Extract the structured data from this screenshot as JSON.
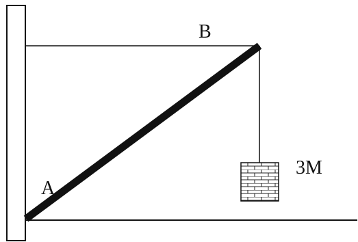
{
  "labels": {
    "point_b": "B",
    "point_a": "A",
    "mass": "3M"
  },
  "colors": {
    "ink": "#111111",
    "background": "#ffffff"
  },
  "icons": {
    "mass": "brick-block-icon"
  }
}
